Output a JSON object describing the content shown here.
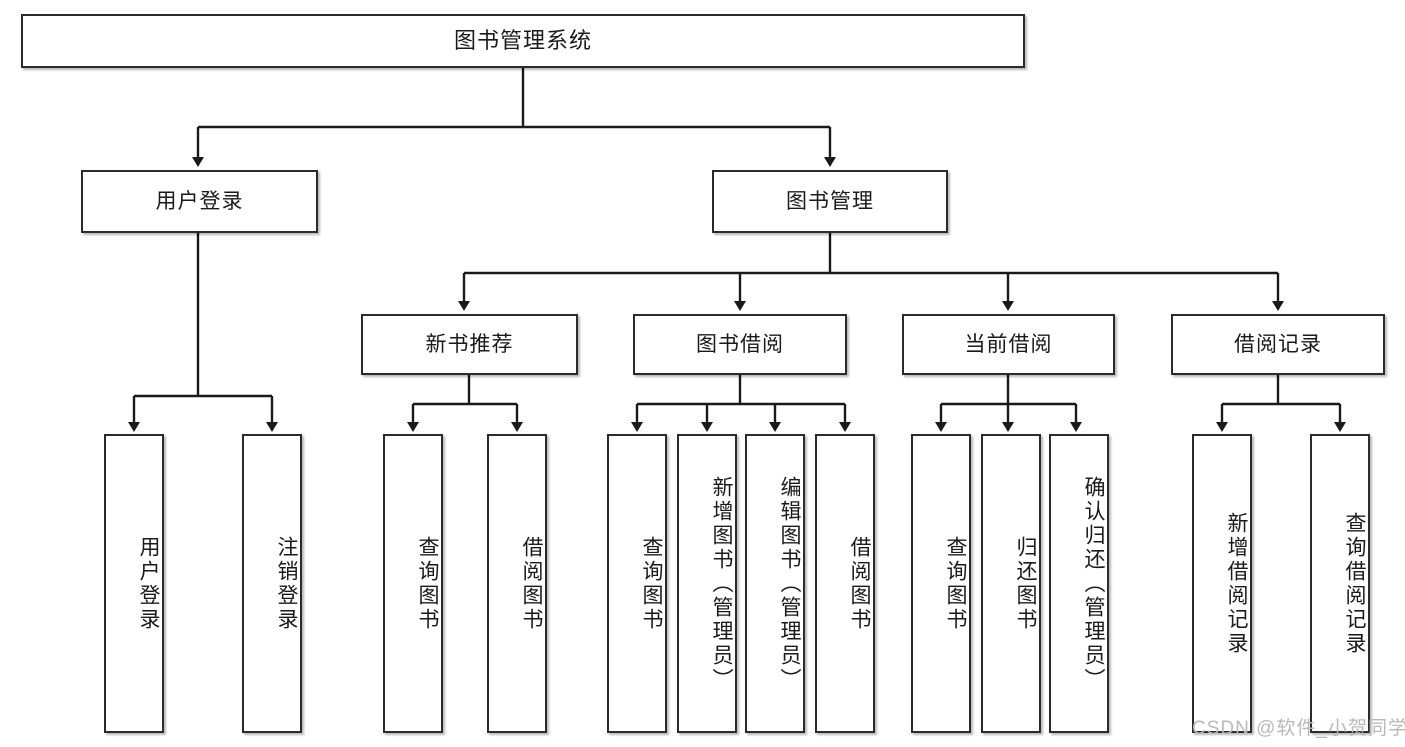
{
  "diagram": {
    "title": "图书管理系统",
    "type": "tree-hierarchy-chart",
    "watermark": "CSDN @软件_小贺同学",
    "colors": {
      "box_border": "#2b2b2b",
      "box_fill": "#ffffff",
      "edge": "#1a1a1a",
      "text": "#1a1a1a",
      "watermark": "#b9b9b9"
    },
    "nodes": {
      "root": {
        "label": "图书管理系统"
      },
      "level2": [
        {
          "id": "user-login",
          "label": "用户登录"
        },
        {
          "id": "book-management",
          "label": "图书管理"
        }
      ],
      "level3": [
        {
          "id": "new-book-recommend",
          "label": "新书推荐"
        },
        {
          "id": "book-borrow",
          "label": "图书借阅"
        },
        {
          "id": "current-borrow",
          "label": "当前借阅"
        },
        {
          "id": "borrow-record",
          "label": "借阅记录"
        }
      ],
      "leaves": {
        "user_login": [
          {
            "id": "leaf-user-login",
            "label": "用户登录"
          },
          {
            "id": "leaf-logout-login",
            "label": "注销登录"
          }
        ],
        "new_book_recommend": [
          {
            "id": "leaf-query-book-1",
            "label": "查询图书"
          },
          {
            "id": "leaf-borrow-book-1",
            "label": "借阅图书"
          }
        ],
        "book_borrow": [
          {
            "id": "leaf-query-book-2",
            "label": "查询图书"
          },
          {
            "id": "leaf-add-book",
            "label": "新增图书（管理员）"
          },
          {
            "id": "leaf-edit-book",
            "label": "编辑图书（管理员）"
          },
          {
            "id": "leaf-borrow-book-2",
            "label": "借阅图书"
          }
        ],
        "current_borrow": [
          {
            "id": "leaf-query-book-3",
            "label": "查询图书"
          },
          {
            "id": "leaf-return-book",
            "label": "归还图书"
          },
          {
            "id": "leaf-confirm-return",
            "label": "确认归还（管理员）"
          }
        ],
        "borrow_record": [
          {
            "id": "leaf-add-record",
            "label": "新增借阅记录"
          },
          {
            "id": "leaf-query-record",
            "label": "查询借阅记录"
          }
        ]
      }
    }
  }
}
